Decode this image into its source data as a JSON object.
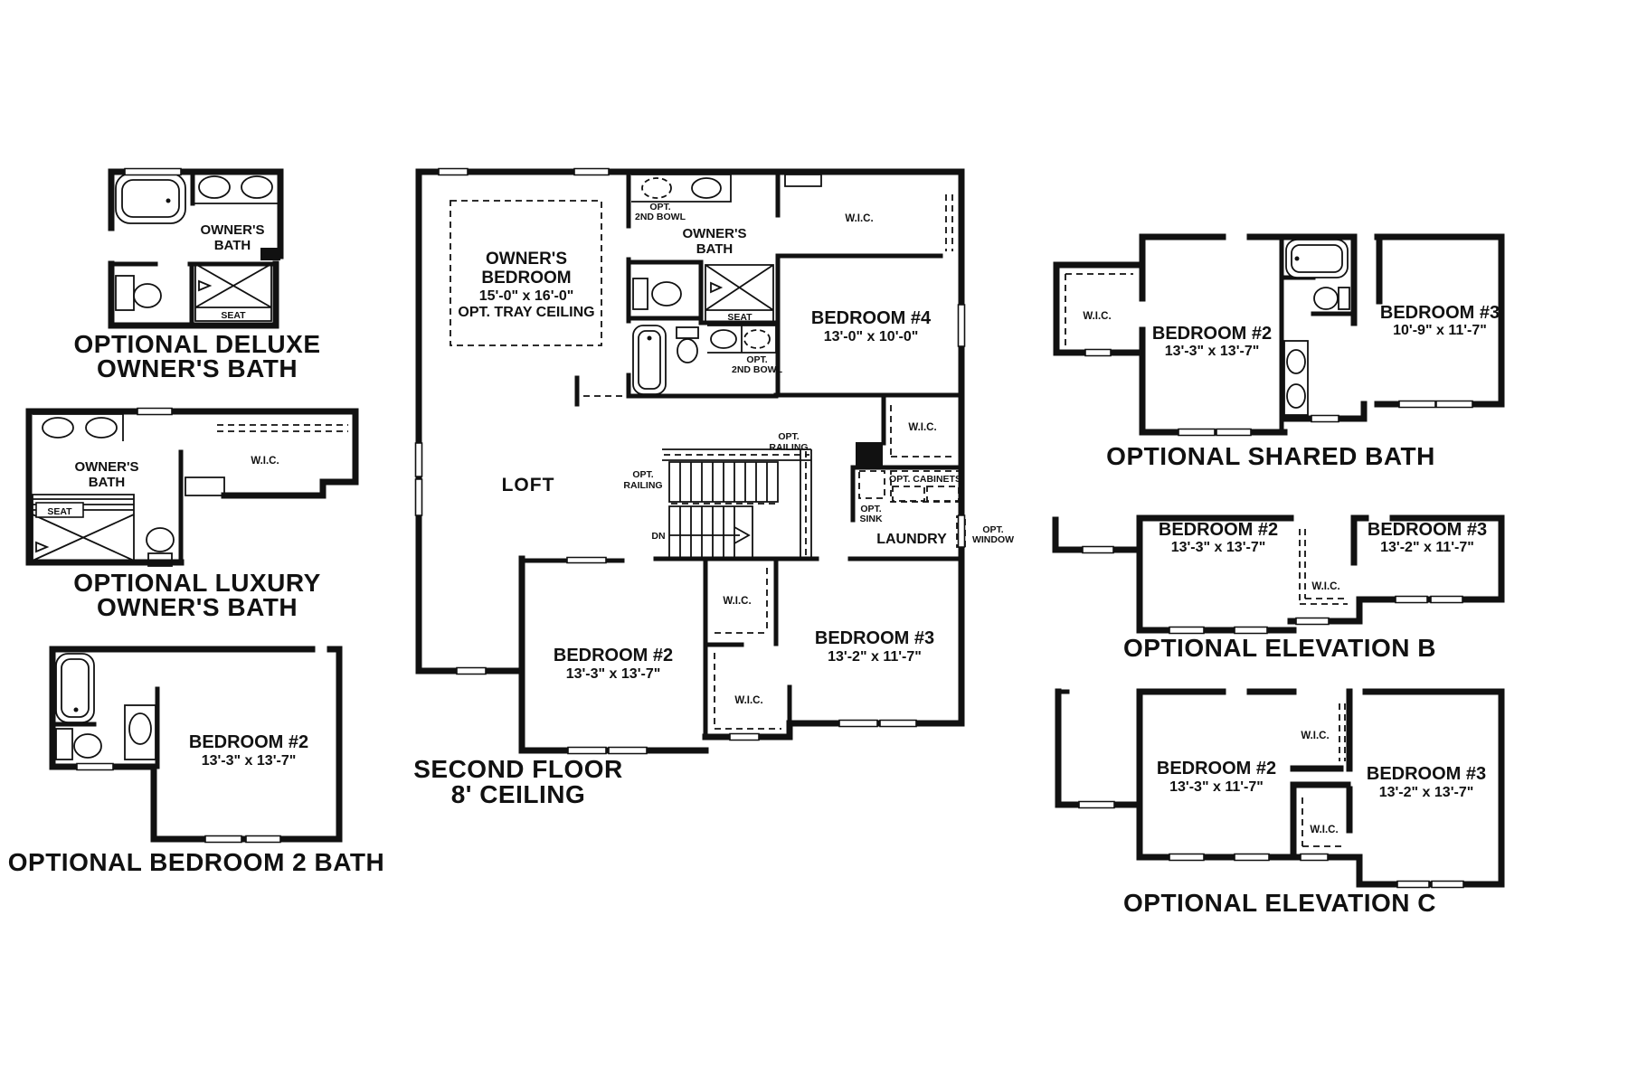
{
  "page": {
    "background": "#ffffff",
    "ink": "#111111"
  },
  "deluxe_bath": {
    "caption1": "OPTIONAL DELUXE",
    "caption2": "OWNER'S BATH",
    "room1": "OWNER'S",
    "room2": "BATH",
    "seat": "SEAT"
  },
  "luxury_bath": {
    "caption1": "OPTIONAL LUXURY",
    "caption2": "OWNER'S BATH",
    "room1": "OWNER'S",
    "room2": "BATH",
    "wic": "W.I.C.",
    "seat": "SEAT"
  },
  "bedroom2_bath": {
    "caption": "OPTIONAL BEDROOM 2 BATH",
    "room": "BEDROOM #2",
    "dims": "13'-3\" x 13'-7\""
  },
  "second_floor": {
    "caption1": "SECOND FLOOR",
    "caption2": "8' CEILING",
    "owners_bedroom": {
      "l1": "OWNER'S",
      "l2": "BEDROOM",
      "dims": "15'-0\" x 16'-0\"",
      "opt": "OPT. TRAY CEILING"
    },
    "owners_bath": {
      "l1": "OWNER'S",
      "l2": "BATH",
      "seat": "SEAT",
      "opt_bowl_a1": "OPT.",
      "opt_bowl_a2": "2ND BOWL",
      "opt_bowl_b1": "OPT.",
      "opt_bowl_b2": "2ND BOWL"
    },
    "wic_top": "W.I.C.",
    "bedroom4": {
      "name": "BEDROOM #4",
      "dims": "13'-0\" x 10'-0\""
    },
    "loft": "LOFT",
    "stairs": {
      "dn": "DN",
      "rail_a1": "OPT.",
      "rail_a2": "RAILING",
      "rail_b1": "OPT.",
      "rail_b2": "RAILING"
    },
    "laundry": {
      "name": "LAUNDRY",
      "wic": "W.I.C.",
      "cabinets": "OPT. CABINETS",
      "sink1": "OPT.",
      "sink2": "SINK",
      "window1": "OPT.",
      "window2": "WINDOW"
    },
    "bedroom2": {
      "name": "BEDROOM #2",
      "dims": "13'-3\" x 13'-7\"",
      "wic": "W.I.C."
    },
    "bedroom3": {
      "name": "BEDROOM #3",
      "dims": "13'-2\" x 11'-7\"",
      "wic": "W.I.C."
    }
  },
  "shared_bath": {
    "caption": "OPTIONAL SHARED BATH",
    "wic": "W.I.C.",
    "bedroom2": {
      "name": "BEDROOM #2",
      "dims": "13'-3\" x 13'-7\""
    },
    "bedroom3": {
      "name": "BEDROOM #3",
      "dims": "10'-9\" x 11'-7\""
    }
  },
  "elevation_b": {
    "caption": "OPTIONAL ELEVATION B",
    "wic": "W.I.C.",
    "bedroom2": {
      "name": "BEDROOM #2",
      "dims": "13'-3\" x 13'-7\""
    },
    "bedroom3": {
      "name": "BEDROOM #3",
      "dims": "13'-2\" x 11'-7\""
    }
  },
  "elevation_c": {
    "caption": "OPTIONAL ELEVATION C",
    "wic_top": "W.I.C.",
    "wic_bottom": "W.I.C.",
    "bedroom2": {
      "name": "BEDROOM #2",
      "dims": "13'-3\" x 11'-7\""
    },
    "bedroom3": {
      "name": "BEDROOM #3",
      "dims": "13'-2\" x 13'-7\""
    }
  }
}
